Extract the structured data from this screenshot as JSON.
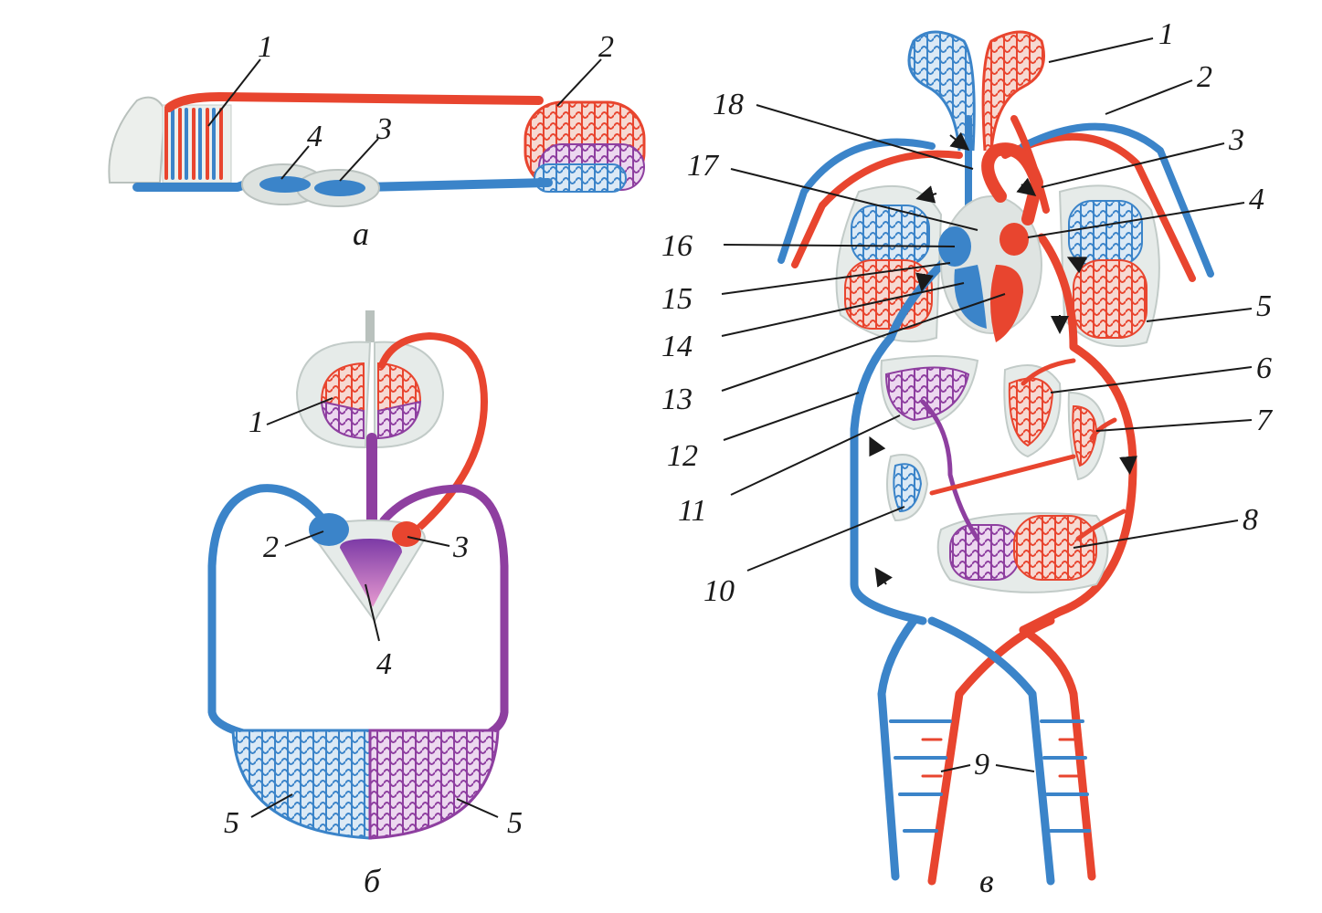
{
  "diagram": {
    "panels": {
      "a": {
        "caption": "а",
        "labels": [
          "1",
          "2",
          "3",
          "4"
        ]
      },
      "b": {
        "caption": "б",
        "labels": [
          "1",
          "2",
          "3",
          "4",
          "5",
          "5"
        ]
      },
      "v": {
        "caption": "в",
        "labels": [
          "1",
          "2",
          "3",
          "4",
          "5",
          "6",
          "7",
          "8",
          "9",
          "10",
          "11",
          "12",
          "13",
          "14",
          "15",
          "16",
          "17",
          "18"
        ]
      }
    },
    "colors": {
      "arterial": "#e8452f",
      "venous": "#3b84c9",
      "mixed": "#8e3fa0",
      "organ_outline": "#e6ebe9"
    }
  }
}
